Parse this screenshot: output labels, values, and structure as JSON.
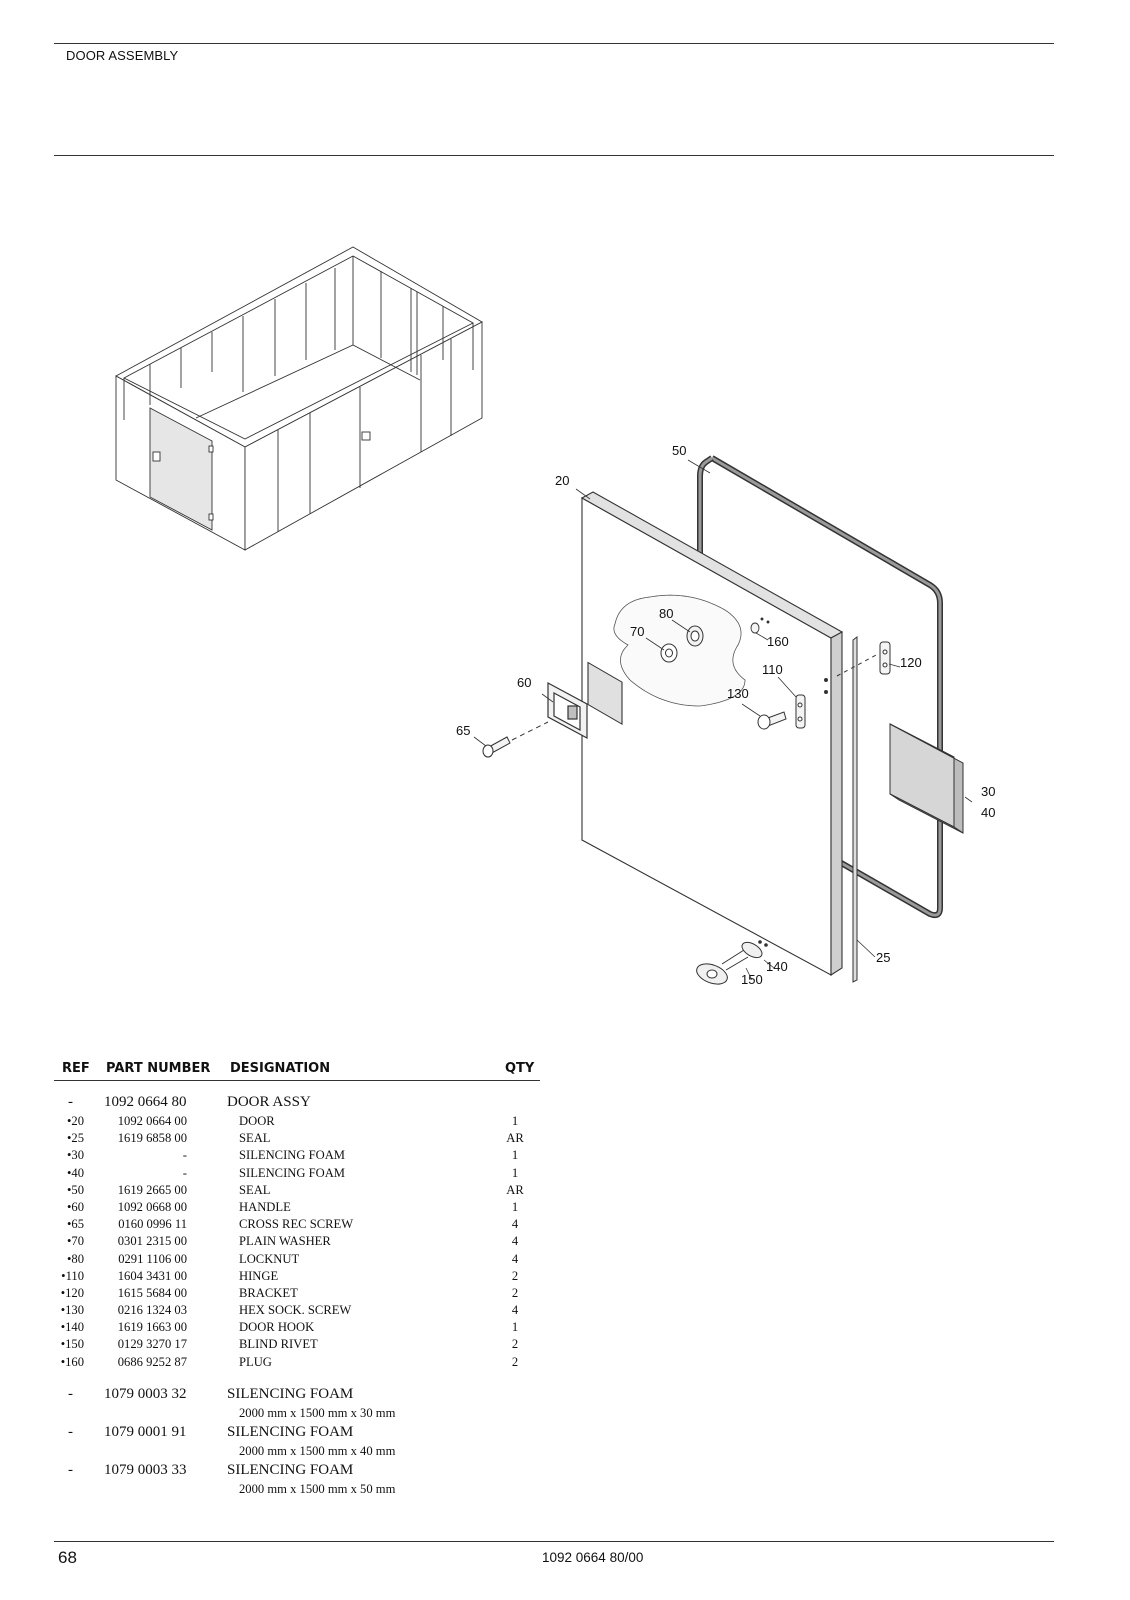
{
  "header": {
    "section_title": "DOOR ASSEMBLY"
  },
  "diagram": {
    "callouts": [
      "20",
      "25",
      "30",
      "40",
      "50",
      "60",
      "65",
      "70",
      "80",
      "110",
      "120",
      "130",
      "140",
      "150",
      "160"
    ]
  },
  "table": {
    "headers": {
      "ref": "REF",
      "part_number": "PART NUMBER",
      "designation": "DESIGNATION",
      "qty": "QTY"
    },
    "main_assy": {
      "ref": "-",
      "part_number": "1092 0664 80",
      "designation": "DOOR ASSY"
    },
    "rows": [
      {
        "ref": "•20",
        "part_number": "1092 0664 00",
        "designation": "DOOR",
        "qty": "1"
      },
      {
        "ref": "•25",
        "part_number": "1619 6858 00",
        "designation": "SEAL",
        "qty": "AR"
      },
      {
        "ref": "•30",
        "part_number": "-",
        "designation": "SILENCING FOAM",
        "qty": "1"
      },
      {
        "ref": "•40",
        "part_number": "-",
        "designation": "SILENCING FOAM",
        "qty": "1"
      },
      {
        "ref": "•50",
        "part_number": "1619 2665 00",
        "designation": "SEAL",
        "qty": "AR"
      },
      {
        "ref": "•60",
        "part_number": "1092 0668 00",
        "designation": "HANDLE",
        "qty": "1"
      },
      {
        "ref": "•65",
        "part_number": "0160 0996 11",
        "designation": "CROSS REC SCREW",
        "qty": "4"
      },
      {
        "ref": "•70",
        "part_number": "0301 2315 00",
        "designation": "PLAIN WASHER",
        "qty": "4"
      },
      {
        "ref": "•80",
        "part_number": "0291 1106 00",
        "designation": "LOCKNUT",
        "qty": "4"
      },
      {
        "ref": "•110",
        "part_number": "1604 3431 00",
        "designation": "HINGE",
        "qty": "2"
      },
      {
        "ref": "•120",
        "part_number": "1615 5684 00",
        "designation": "BRACKET",
        "qty": "2"
      },
      {
        "ref": "•130",
        "part_number": "0216 1324 03",
        "designation": "HEX SOCK. SCREW",
        "qty": "4"
      },
      {
        "ref": "•140",
        "part_number": "1619 1663 00",
        "designation": "DOOR HOOK",
        "qty": "1"
      },
      {
        "ref": "•150",
        "part_number": "0129 3270 17",
        "designation": "BLIND RIVET",
        "qty": "2"
      },
      {
        "ref": "•160",
        "part_number": "0686 9252 87",
        "designation": "PLUG",
        "qty": "2"
      }
    ],
    "foam_options": [
      {
        "ref": "-",
        "part_number": "1079 0003 32",
        "designation": "SILENCING FOAM",
        "spec": "2000 mm x 1500 mm x 30 mm"
      },
      {
        "ref": "-",
        "part_number": "1079 0001 91",
        "designation": "SILENCING FOAM",
        "spec": "2000 mm x 1500 mm x 40 mm"
      },
      {
        "ref": "-",
        "part_number": "1079 0003 33",
        "designation": "SILENCING FOAM",
        "spec": "2000 mm x 1500 mm x 50 mm"
      }
    ]
  },
  "footer": {
    "page_number": "68",
    "document_number": "1092 0664 80/00"
  }
}
